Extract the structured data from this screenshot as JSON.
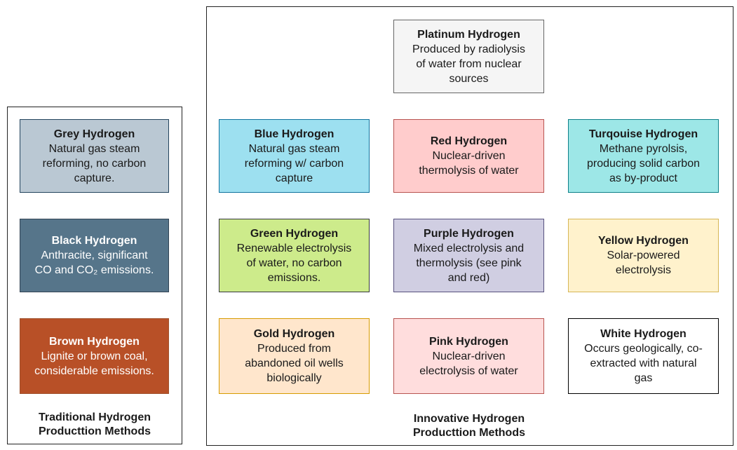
{
  "panels": {
    "traditional": {
      "label": "Traditional Hydrogen\nProducttion Methods"
    },
    "innovative": {
      "label": "Innovative Hydrogen\nProducttion Methods"
    }
  },
  "boxes": {
    "platinum": {
      "title": "Platinum Hydrogen",
      "desc": "Produced by radiolysis\nof water from nuclear\nsources",
      "fill": "#f5f5f5",
      "border": "#666666"
    },
    "grey": {
      "title": "Grey Hydrogen",
      "desc": "Natural gas steam\nreforming, no carbon\ncapture.",
      "fill": "#bac8d3",
      "border": "#23445d"
    },
    "black": {
      "title": "Black Hydrogen",
      "desc": "Anthracite, significant\nCO and CO₂ emissions.",
      "fill": "#56758a",
      "border": "#314354"
    },
    "brown": {
      "title": "Brown Hydrogen",
      "desc": "Lignite or brown coal,\nconsiderable emissions.",
      "fill": "#b85027",
      "border": "#a0522d"
    },
    "blue": {
      "title": "Blue Hydrogen",
      "desc": "Natural gas steam\nreforming w/ carbon\ncapture",
      "fill": "#9de0f0",
      "border": "#10739e"
    },
    "red": {
      "title": "Red Hydrogen",
      "desc": "Nuclear-driven\nthermolysis of water",
      "fill": "#ffcccc",
      "border": "#b85450"
    },
    "turquoise": {
      "title": "Turqouise Hydrogen",
      "desc": "Methane pyrolsis,\nproducing solid carbon\nas by-product",
      "fill": "#9de7e7",
      "border": "#0e8088"
    },
    "green": {
      "title": "Green Hydrogen",
      "desc": "Renewable electrolysis\nof water, no carbon\nemissions.",
      "fill": "#cdeb8b",
      "border": "#36393d"
    },
    "purple": {
      "title": "Purple Hydrogen",
      "desc": "Mixed electrolysis and\nthermolysis (see pink\nand red)",
      "fill": "#d0cee2",
      "border": "#56517e"
    },
    "yellow": {
      "title": "Yellow Hydrogen",
      "desc": "Solar-powered\nelectrolysis",
      "fill": "#fff2cc",
      "border": "#d6b656"
    },
    "gold": {
      "title": "Gold Hydrogen",
      "desc": "Produced from\nabandoned oil wells\nbiologically",
      "fill": "#ffe6cc",
      "border": "#d79b00"
    },
    "pink": {
      "title": "Pink Hydrogen",
      "desc": "Nuclear-driven\nelectrolysis of water",
      "fill": "#ffdddd",
      "border": "#b85450"
    },
    "white": {
      "title": "White Hydrogen",
      "desc": "Occurs geologically, co-\nextracted with natural\ngas",
      "fill": "#ffffff",
      "border": "#000000"
    }
  }
}
